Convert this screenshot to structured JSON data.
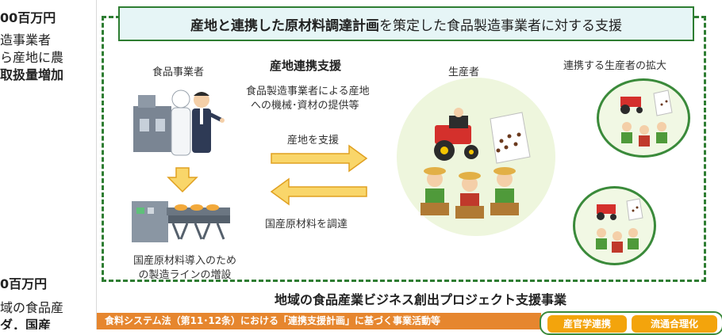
{
  "left_column": {
    "line1": "00百万円",
    "line2": "造事業者",
    "line3": "ら産地に農",
    "line4": "取扱量増加",
    "line5": "0百万円",
    "line6": "域の食品産",
    "line7": "ダ．国産"
  },
  "title": {
    "bold": "産地と連携した原材料調達計画",
    "rest": "を策定した食品製造事業者に対する支援"
  },
  "labels": {
    "food_business": "食品事業者",
    "support_header": "産地連携支援",
    "support_desc_1": "食品製造事業者による産地",
    "support_desc_2": "への機械･資材の提供等",
    "producer": "生産者",
    "expansion": "連携する生産者の拡大",
    "support_region": "産地を支援",
    "procure": "国産原材料を調達",
    "line_1": "国産原材料導入のため",
    "line_2": "の製造ラインの増設"
  },
  "bottom": {
    "project_title": "地域の食品産業ビジネス創出プロジェクト支援事業",
    "bar_text": "食料システム法（第11･12条）における「連携支援計画」に基づく事業活動等",
    "pill1": "産官学連携",
    "pill2": "流通合理化"
  },
  "colors": {
    "frame_green": "#2e7d32",
    "arrow_fill": "#f9d66a",
    "arrow_stroke": "#e0a020",
    "bar_orange": "#e6862e",
    "pill_orange": "#f3a40c"
  },
  "icons": [
    "factory-workers-illustration",
    "production-line-illustration",
    "tractor-illustration",
    "seed-bag-icon",
    "farmers-illustration"
  ]
}
